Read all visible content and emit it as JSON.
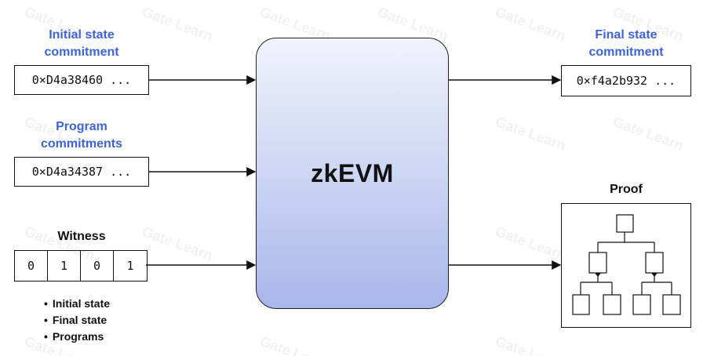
{
  "inputs": {
    "initial_state": {
      "label_line1": "Initial state",
      "label_line2": "commitment",
      "value": "0×D4a38460 ..."
    },
    "program": {
      "label_line1": "Program",
      "label_line2": "commitments",
      "value": "0×D4a34387 ..."
    },
    "witness": {
      "label": "Witness",
      "bits": [
        "0",
        "1",
        "0",
        "1"
      ],
      "items": [
        "Initial state",
        "Final state",
        "Programs"
      ]
    }
  },
  "processor": {
    "title": "zkEVM"
  },
  "outputs": {
    "final_state": {
      "label_line1": "Final state",
      "label_line2": "commitment",
      "value": "0×f4a2b932 ..."
    },
    "proof": {
      "label": "Proof"
    }
  },
  "watermark": "Gate Learn",
  "colors": {
    "accent_blue": "#3E63D9",
    "zk_gradient_top": "#f1f3fb",
    "zk_gradient_bottom": "#a9b6ea"
  }
}
